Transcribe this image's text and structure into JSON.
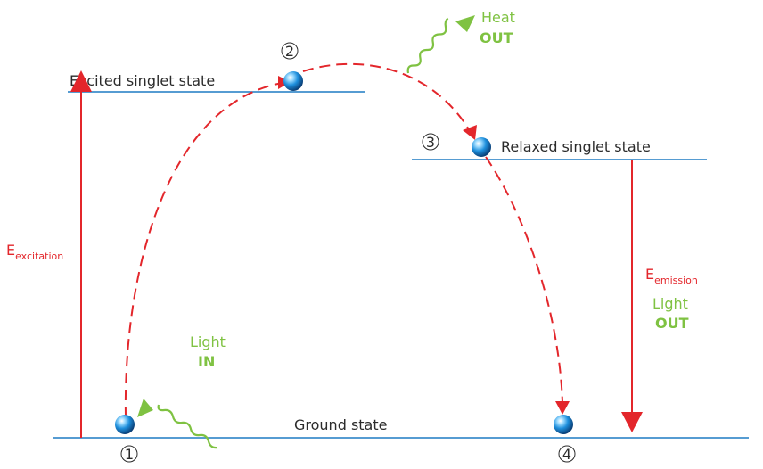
{
  "levels": {
    "excited": "Excited singlet state",
    "relaxed": "Relaxed singlet state",
    "ground": "Ground state"
  },
  "steps": [
    "1",
    "2",
    "3",
    "4"
  ],
  "excitation": {
    "main": "E",
    "sub": "excitation"
  },
  "emission": {
    "main": "E",
    "sub": "emission",
    "light": "Light",
    "out": "OUT"
  },
  "light_in": {
    "word": "Light",
    "dir": "IN"
  },
  "heat_out": {
    "word": "Heat",
    "dir": "OUT"
  },
  "colors": {
    "level_line": "#1f7bc4",
    "energy": "#e3262b",
    "green": "#7fc242",
    "path": "#e3262b"
  }
}
